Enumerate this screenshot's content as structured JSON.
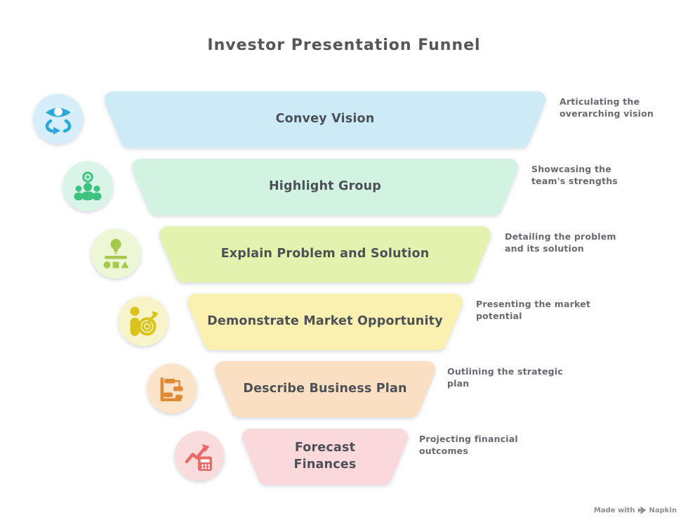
{
  "title": "Investor Presentation Funnel",
  "funnel": {
    "stages": [
      {
        "label": "Convey Vision",
        "description": "Articulating the\noverarching vision",
        "fill": "#cdeaf7",
        "icon": "vision-icon",
        "icon_color": "#2aa8da",
        "icon_bg": "#d5eefa"
      },
      {
        "label": "Highlight Group",
        "description": "Showcasing the\nteam's strengths",
        "fill": "#d2f3e2",
        "icon": "team-icon",
        "icon_color": "#3fc180",
        "icon_bg": "#d9f5e7"
      },
      {
        "label": "Explain Problem and Solution",
        "description": "Detailing the problem\nand its solution",
        "fill": "#e3f3ae",
        "icon": "problem-solution-icon",
        "icon_color": "#a5c84d",
        "icon_bg": "#edf6d5"
      },
      {
        "label": "Demonstrate Market Opportunity",
        "description": "Presenting the market\npotential",
        "fill": "#faf0b0",
        "icon": "market-target-icon",
        "icon_color": "#d9c41d",
        "icon_bg": "#f8f3c8"
      },
      {
        "label": "Describe Business Plan",
        "description": "Outlining the strategic\nplan",
        "fill": "#fbdfc2",
        "icon": "business-plan-icon",
        "icon_color": "#e18a36",
        "icon_bg": "#fbe4c9"
      },
      {
        "label": "Forecast\nFinances",
        "description": "Projecting financial\noutcomes",
        "fill": "#fbd8da",
        "icon": "finance-forecast-icon",
        "icon_color": "#e96965",
        "icon_bg": "#fbdcdd"
      }
    ]
  },
  "watermark": {
    "prefix": "Made with",
    "brand": "Napkin"
  },
  "colors": {
    "background": "#ffffff",
    "title": "#55565a",
    "stage_label": "#4c5057",
    "description": "#67696e",
    "watermark": "#8d8d92"
  }
}
